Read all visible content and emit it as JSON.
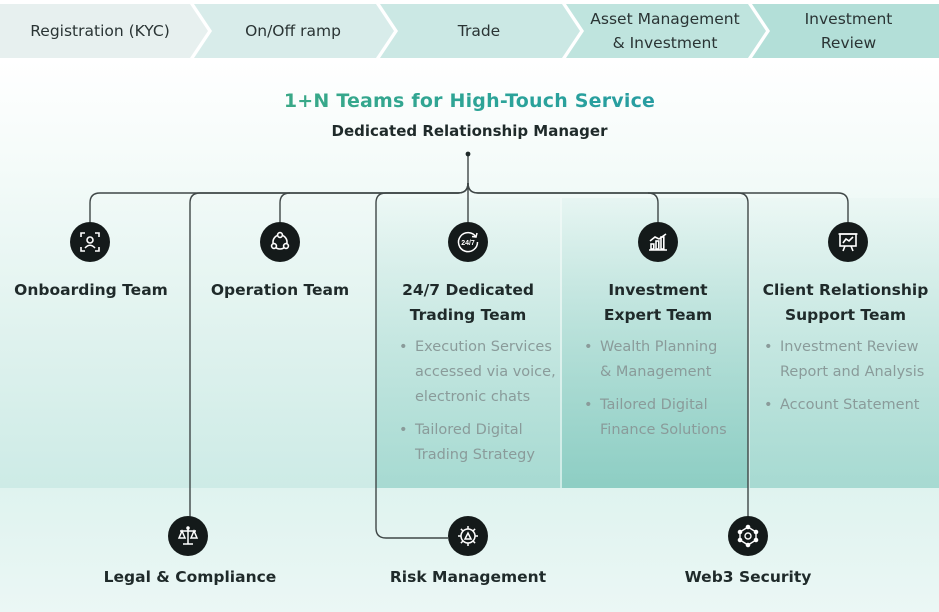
{
  "stages": [
    {
      "label": "Registration (KYC)",
      "fill": "#e7f0ef"
    },
    {
      "label": "On/Off ramp",
      "fill": "#d8ecea"
    },
    {
      "label": "Trade",
      "fill": "#cbe8e4"
    },
    {
      "label": "Asset Management\n& Investment",
      "fill": "#bfe4de"
    },
    {
      "label": "Investment\nReview",
      "fill": "#b3dfd8"
    }
  ],
  "header": {
    "title": "1+N Teams for High-Touch Service",
    "subtitle": "Dedicated Relationship Manager"
  },
  "teams": [
    {
      "name": "Onboarding Team",
      "icon": "id-card-icon",
      "bullets": []
    },
    {
      "name": "Operation Team",
      "icon": "network-icon",
      "bullets": []
    },
    {
      "name": "24/7 Dedicated\nTrading Team",
      "icon": "clock-24-7-icon",
      "bullets": [
        "Execution Services\naccessed via voice,\nelectronic chats",
        "Tailored Digital\nTrading Strategy"
      ]
    },
    {
      "name": "Investment\nExpert Team",
      "icon": "bar-chart-icon",
      "bullets": [
        "Wealth Planning\n& Management",
        "Tailored Digital\nFinance Solutions"
      ]
    },
    {
      "name": "Client Relationship\nSupport Team",
      "icon": "presentation-chart-icon",
      "bullets": [
        "Investment Review\nReport and Analysis",
        "Account Statement"
      ]
    }
  ],
  "support_teams": [
    {
      "name": "Legal & Compliance",
      "icon": "scales-icon"
    },
    {
      "name": "Risk Management",
      "icon": "risk-gear-icon"
    },
    {
      "name": "Web3 Security",
      "icon": "network-nodes-icon"
    }
  ],
  "colors": {
    "title_gradient_start": "#4caf6e",
    "title_gradient_end": "#1e8fb0",
    "icon_bg": "#141a1a",
    "line": "#3f4747",
    "bullet_text": "#8a9b9a"
  }
}
